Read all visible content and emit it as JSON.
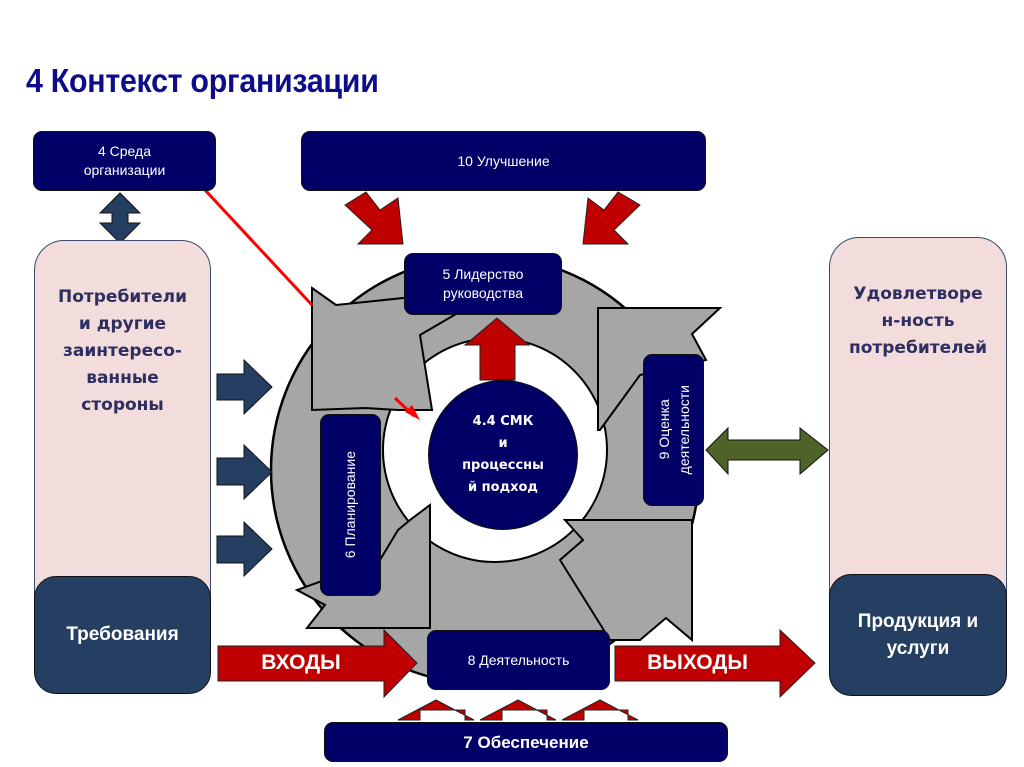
{
  "title": "4 Контекст организации",
  "boxes": {
    "environment": "4 Среда\nорганизации",
    "improvement": "10 Улучшение",
    "leadership": "5 Лидерство\nруководства",
    "qms": "4.4 СМК\nи\nпроцессны\nй подход",
    "planning": "6 Планирование",
    "evaluation": "9 Оценка\nдеятельности",
    "operation": "8 Деятельность",
    "support": "7 Обеспечение"
  },
  "left_panel": {
    "stakeholders": "Потребители\nи другие\nзаинтересо-\nванные\nстороны",
    "requirements": "Требования"
  },
  "right_panel": {
    "satisfaction": "Удовлетворе\nн-ность\nпотребителей",
    "products": "Продукция и\nуслуги"
  },
  "flows": {
    "inputs": "ВХОДЫ",
    "outputs": "ВЫХОДЫ"
  },
  "colors": {
    "navy": "#000066",
    "steel_blue": "#253f62",
    "red": "#c00000",
    "gray_cycle": "#a6a6a6",
    "pink_panel": "#f2dcdc",
    "olive": "#4f6228",
    "title": "#0d0d8a"
  }
}
